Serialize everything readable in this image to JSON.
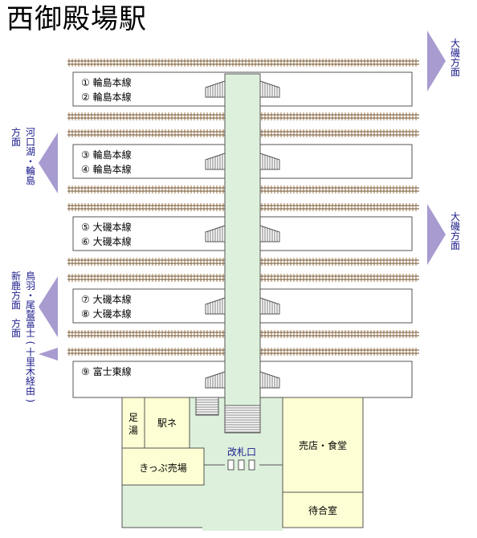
{
  "title": "西御殿場駅",
  "platforms": [
    {
      "lines": [
        "① 輪島本線",
        "② 輪島本線"
      ]
    },
    {
      "lines": [
        "③ 輪島本線",
        "④ 輪島本線"
      ]
    },
    {
      "lines": [
        "⑤ 大磯本線",
        "⑥ 大磯本線"
      ]
    },
    {
      "lines": [
        "⑦ 大磯本線",
        "⑧ 大磯本線"
      ]
    },
    {
      "lines": [
        "⑨ 富士東線"
      ]
    }
  ],
  "directions": [
    {
      "side": "right",
      "lines": [
        "大磯",
        "方面"
      ]
    },
    {
      "side": "left",
      "lines": [
        "河口湖・輪島",
        "方面"
      ]
    },
    {
      "side": "right",
      "lines": [
        "大磯",
        "方面"
      ]
    },
    {
      "side": "left",
      "lines": [
        "鳥羽・尾鷲",
        "新鹿方面"
      ]
    },
    {
      "side": "left",
      "lines": [
        "富士(十里木経由)",
        "方面"
      ]
    }
  ],
  "facilities": {
    "footbath": "足湯",
    "ekinet": "駅ネ",
    "ticket_office": "きっぷ売場",
    "ticket_gate": "改札口",
    "shop": "売店・食堂",
    "waiting_room": "待合室"
  },
  "colors": {
    "concourse": "#ddf0dc",
    "facility": "#fefed4",
    "arrow": "#a89bd0",
    "rail": "#b0906a",
    "direction_text": "#1a1a8c"
  }
}
